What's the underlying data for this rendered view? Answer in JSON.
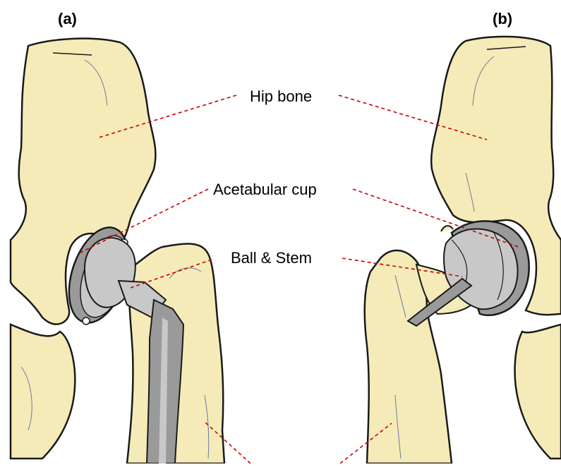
{
  "panels": {
    "a_label": "(a)",
    "b_label": "(b)"
  },
  "callouts": {
    "hip_bone": "Hip bone",
    "acetabular_cup": "Acetabular cup",
    "ball_stem": "Ball & Stem",
    "femur": ""
  },
  "colors": {
    "bone": "#f5ebb8",
    "bone_outline": "#1a1a1a",
    "implant": "#c8c8c8",
    "implant_dark": "#8c8c8c",
    "leader_line": "#cc0000",
    "background": "#ffffff"
  }
}
